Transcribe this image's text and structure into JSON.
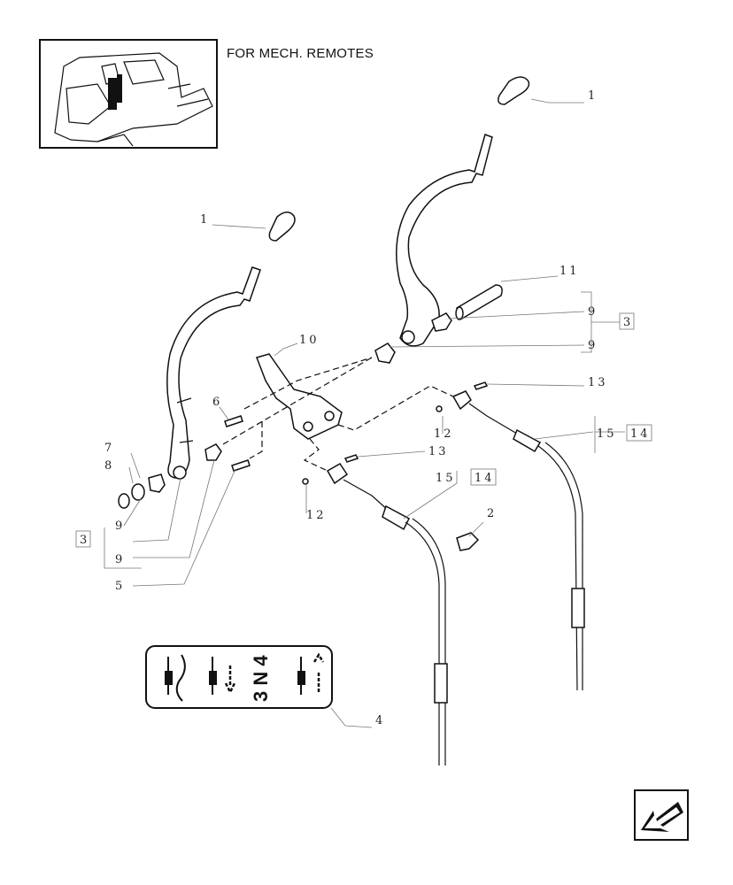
{
  "caption": "FOR MECH. REMOTES",
  "labels": {
    "l1a": "1",
    "l1b": "1",
    "l2": "2",
    "l3a": "3",
    "l3b": "3",
    "l4": "4",
    "l5": "5",
    "l6": "6",
    "l7": "7",
    "l8": "8",
    "l9a": "9",
    "l9b": "9",
    "l9c": "9",
    "l9d": "9",
    "l10": "10",
    "l11": "11",
    "l12a": "12",
    "l12b": "12",
    "l13a": "13",
    "l13b": "13",
    "l14a": "14",
    "l14b": "14",
    "l15a": "15",
    "l15b": "15"
  },
  "decal_text": "3 N 4",
  "nav_icon": "back-arrow-icon"
}
